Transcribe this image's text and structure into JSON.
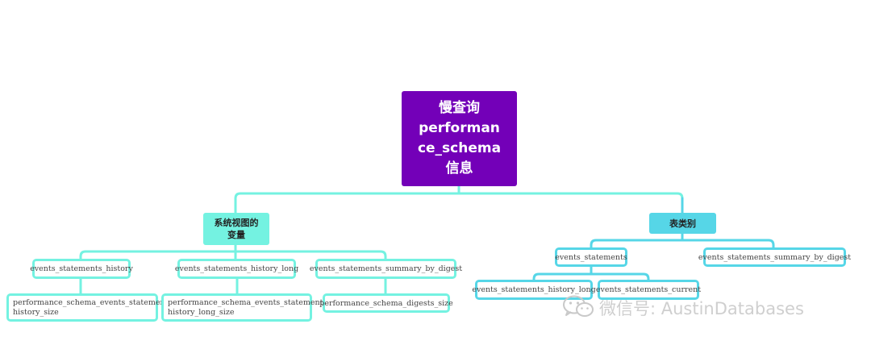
{
  "colors": {
    "root": "#7300b8",
    "left_branch": "#74f2e1",
    "right_branch": "#56d6e7"
  },
  "root": {
    "label": "慢查询\nperforman\nce_schema\n信息"
  },
  "left": {
    "label": "系统视图的\n变量",
    "children": [
      {
        "label": "events_statements_history",
        "detail": "performance_schema_events_statements_\nhistory_size"
      },
      {
        "label": "events_statements_history_long",
        "detail": "performance_schema_events_statements_\nhistory_long_size"
      },
      {
        "label": "events_statements_summary_by_digest",
        "detail": "performance_schema_digests_size"
      }
    ]
  },
  "right": {
    "label": "表类别",
    "children": [
      {
        "label": "events_statements",
        "children": [
          {
            "label": "events_statements_history_long"
          },
          {
            "label": "events_statements_current"
          }
        ]
      },
      {
        "label": "events_statements_summary_by_digest"
      }
    ]
  },
  "watermark": {
    "icon": "wechat-icon",
    "text": "微信号: AustinDatabases"
  }
}
